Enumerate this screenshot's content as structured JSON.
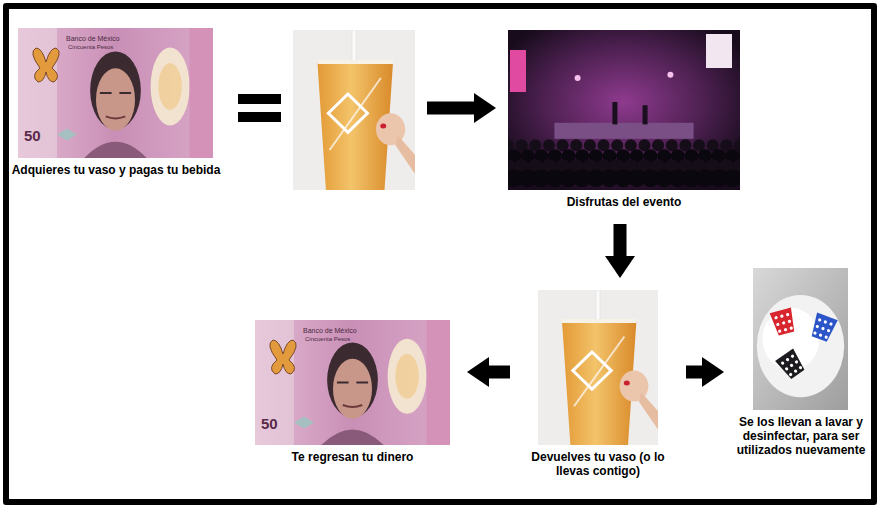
{
  "diagram": {
    "nodes": [
      {
        "text": [
          "Adquieres tu vaso y pagas tu bebida"
        ]
      },
      {
        "text": []
      },
      {
        "text": [
          "Disfrutas del evento"
        ]
      },
      {
        "text": [
          "Devuelves tu vaso (o lo llevas contigo)"
        ]
      },
      {
        "text": [
          "Te regresan tu dinero"
        ]
      },
      {
        "text": [
          "Se los llevan a lavar y desinfectar, para ser utilizados nuevamente"
        ]
      }
    ],
    "edges": [
      {
        "from": 0,
        "to": 1,
        "arrow": "none"
      },
      {
        "from": 1,
        "to": 2,
        "arrow": "to"
      },
      {
        "from": 2,
        "to": 3,
        "arrow": "to"
      },
      {
        "from": 3,
        "to": 4,
        "arrow": "to"
      },
      {
        "from": 3,
        "to": 5,
        "arrow": "to"
      }
    ],
    "labels": [
      "Banco de México",
      "Cincuenta Pesos",
      "50",
      "Banco de México",
      "Cincuenta Pesos",
      "50"
    ]
  }
}
